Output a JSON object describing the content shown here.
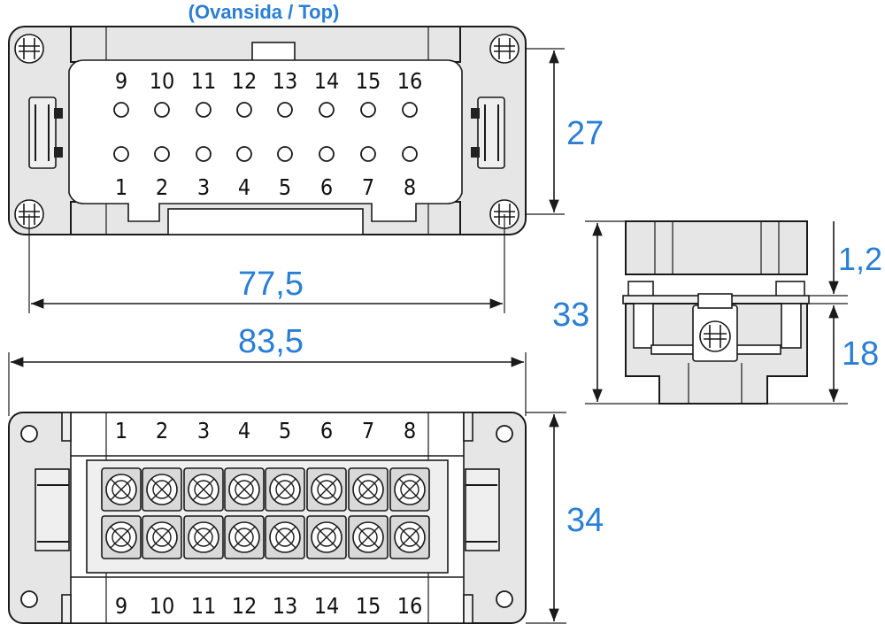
{
  "title": "(Ovansida / Top)",
  "top_pins_upper": [
    "9",
    "10",
    "11",
    "12",
    "13",
    "14",
    "15",
    "16"
  ],
  "top_pins_lower": [
    "1",
    "2",
    "3",
    "4",
    "5",
    "6",
    "7",
    "8"
  ],
  "bottom_pins_upper": [
    "1",
    "2",
    "3",
    "4",
    "5",
    "6",
    "7",
    "8"
  ],
  "bottom_pins_lower": [
    "9",
    "10",
    "11",
    "12",
    "13",
    "14",
    "15",
    "16"
  ],
  "dimensions": {
    "top_height": "27",
    "hole_spacing": "77,5",
    "total_width": "83,5",
    "side_height": "33",
    "flange_thickness": "1,2",
    "side_lower_height": "18",
    "bottom_height": "34"
  },
  "colors": {
    "dimension": "#2a7fd4",
    "outline": "#1a1a1a",
    "fill": "#e6e6e6"
  }
}
